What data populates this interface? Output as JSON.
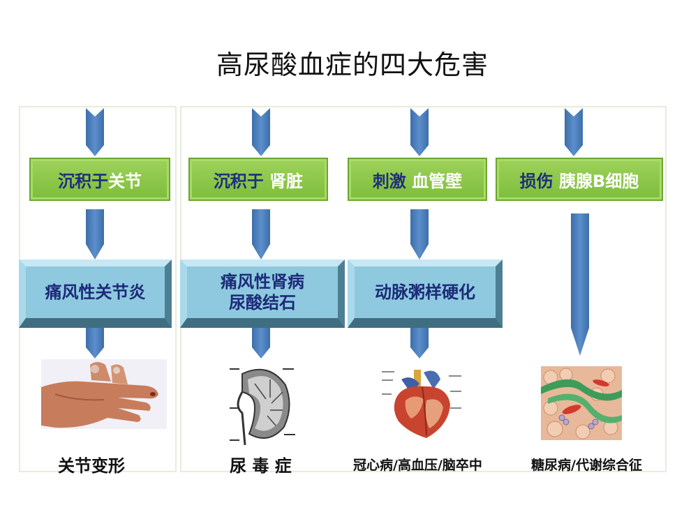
{
  "title": "高尿酸血症的四大危害",
  "columns": [
    {
      "cause_dark": "沉积于",
      "cause_light": "关节",
      "effect": [
        "痛风性关节炎"
      ],
      "result": "关节变形",
      "image": "deformed-hand"
    },
    {
      "cause_dark": "沉积于 ",
      "cause_light": "肾脏",
      "effect": [
        "痛风性肾病",
        "尿酸结石"
      ],
      "result": "尿 毒 症",
      "image": "kidney-cross-section"
    },
    {
      "cause_dark": "刺激 ",
      "cause_light": "血管壁",
      "effect": [
        "动脉粥样硬化"
      ],
      "result": "冠心病/高血压/脑卒中",
      "image": "heart-anatomy"
    },
    {
      "cause_dark": "损伤 ",
      "cause_light": "胰腺B细胞",
      "effect": [],
      "result": "糖尿病/代谢综合征",
      "image": "pancreas-tissue"
    }
  ],
  "colors": {
    "arrow": "#4f81bd",
    "green_box": "#8dc84b",
    "green_border": "#6aa62e",
    "bevel_face": "#8ec9df",
    "dark_text": "#1f2f7a",
    "panel_border": "#e7ecdc"
  }
}
